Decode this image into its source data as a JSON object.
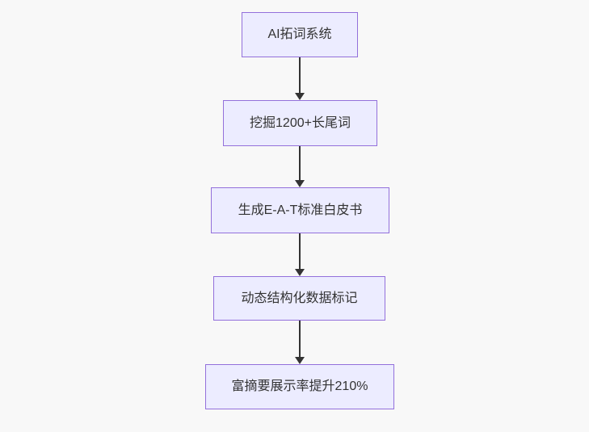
{
  "flowchart": {
    "type": "flowchart-top-down",
    "nodes": [
      {
        "id": "n1",
        "label": "AI拓词系统"
      },
      {
        "id": "n2",
        "label": "挖掘1200+长尾词"
      },
      {
        "id": "n3",
        "label": "生成E-A-T标准白皮书"
      },
      {
        "id": "n4",
        "label": "动态结构化数据标记"
      },
      {
        "id": "n5",
        "label": "富摘要展示率提升210%"
      }
    ],
    "edges": [
      {
        "from": "n1",
        "to": "n2"
      },
      {
        "from": "n2",
        "to": "n3"
      },
      {
        "from": "n3",
        "to": "n4"
      },
      {
        "from": "n4",
        "to": "n5"
      }
    ],
    "colors": {
      "background": "#f8f8f8",
      "node_fill": "#ECECFF",
      "node_border": "#9370DB",
      "text": "#333333",
      "arrow": "#333333"
    }
  }
}
